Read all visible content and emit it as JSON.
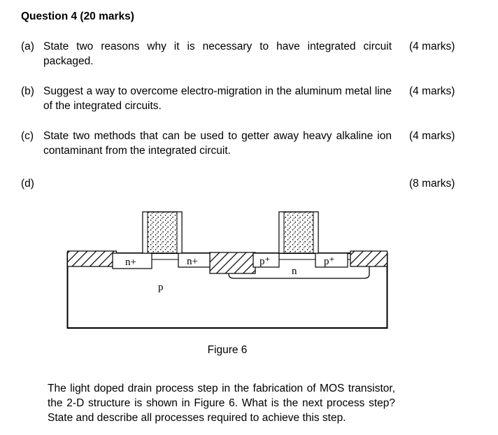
{
  "colors": {
    "background": "#ffffff",
    "text": "#000000"
  },
  "title": "Question 4 (20 marks)",
  "parts": [
    {
      "label": "(a)",
      "text": "State two reasons why it is necessary to have integrated circuit packaged.",
      "marks": "(4 marks)"
    },
    {
      "label": "(b)",
      "text": "Suggest a way to overcome electro-migration in the aluminum metal line of the integrated circuits.",
      "marks": "(4 marks)"
    },
    {
      "label": "(c)",
      "text": "State two methods that can be used to getter away heavy alkaline ion contaminant from the integrated circuit.",
      "marks": "(4 marks)"
    },
    {
      "label": "(d)",
      "text": "",
      "marks": "(8 marks)"
    }
  ],
  "figure": {
    "caption": "Figure 6",
    "labels": {
      "n_plus_left": "n+",
      "n_plus_mid": "n+",
      "p_plus_left": "p⁺",
      "n_well": "n",
      "p_plus_right": "p⁺",
      "substrate": "p"
    }
  },
  "description": "The light doped drain process step in the fabrication of MOS transistor, the 2-D structure is shown in Figure 6. What is the next process step? State and describe all processes required to achieve this step."
}
